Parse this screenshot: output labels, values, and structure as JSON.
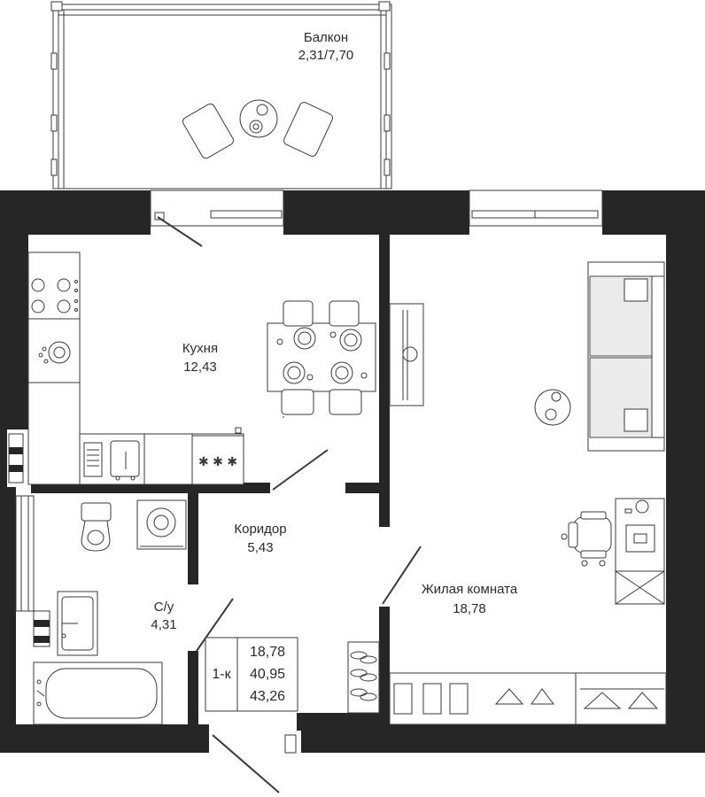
{
  "rooms": {
    "balcony": {
      "name": "Балкон",
      "area": "2,31/7,70"
    },
    "kitchen": {
      "name": "Кухня",
      "area": "12,43"
    },
    "corridor": {
      "name": "Коридор",
      "area": "5,43"
    },
    "bathroom": {
      "name": "С/у",
      "area": "4,31"
    },
    "living": {
      "name": "Жилая комната",
      "area": "18,78"
    }
  },
  "summary": {
    "type": "1-к",
    "living_area": "18,78",
    "total_area": "40,95",
    "total_with_balcony": "43,26"
  },
  "colors": {
    "walls": "#262626",
    "furniture_fill": "#ebebeb",
    "lines": "#3a3a3a"
  }
}
